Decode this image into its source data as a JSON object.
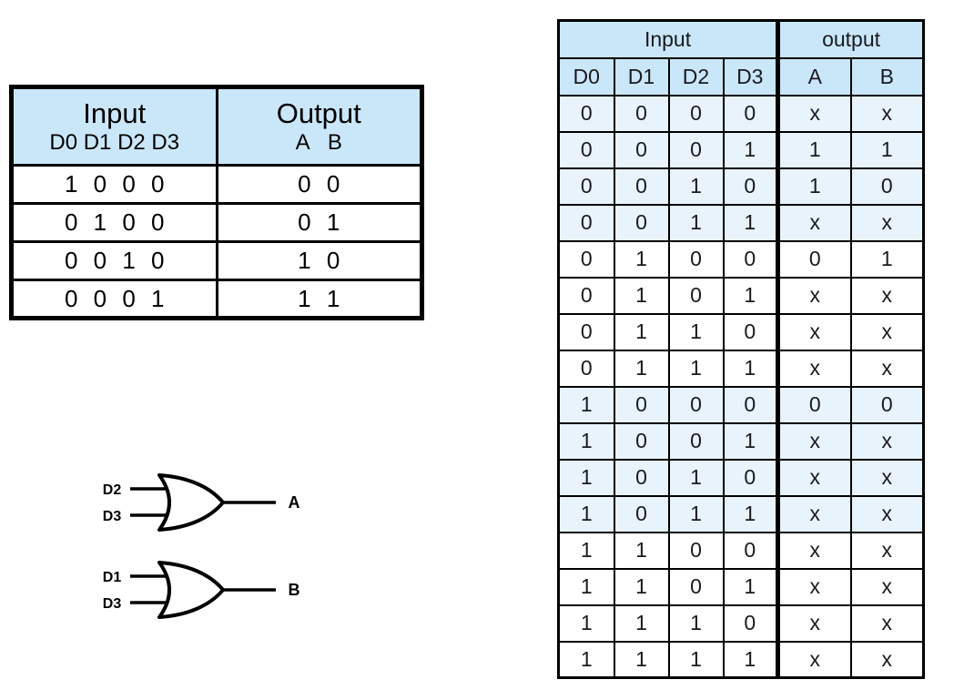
{
  "left_table": {
    "input_title": "Input",
    "input_subheader": "D0 D1 D2 D3",
    "output_title": "Output",
    "output_subheader": "A B",
    "rows": [
      {
        "input": "1 0 0 0",
        "output": "0 0"
      },
      {
        "input": "0 1 0 0",
        "output": "0 1"
      },
      {
        "input": "0 0 1 0",
        "output": "1 0"
      },
      {
        "input": "0 0 0 1",
        "output": "1 1"
      }
    ]
  },
  "right_table": {
    "group_headers": [
      "Input",
      "output"
    ],
    "columns": [
      "D0",
      "D1",
      "D2",
      "D3",
      "A",
      "B"
    ],
    "rows": [
      [
        "0",
        "0",
        "0",
        "0",
        "x",
        "x"
      ],
      [
        "0",
        "0",
        "0",
        "1",
        "1",
        "1"
      ],
      [
        "0",
        "0",
        "1",
        "0",
        "1",
        "0"
      ],
      [
        "0",
        "0",
        "1",
        "1",
        "x",
        "x"
      ],
      [
        "0",
        "1",
        "0",
        "0",
        "0",
        "1"
      ],
      [
        "0",
        "1",
        "0",
        "1",
        "x",
        "x"
      ],
      [
        "0",
        "1",
        "1",
        "0",
        "x",
        "x"
      ],
      [
        "0",
        "1",
        "1",
        "1",
        "x",
        "x"
      ],
      [
        "1",
        "0",
        "0",
        "0",
        "0",
        "0"
      ],
      [
        "1",
        "0",
        "0",
        "1",
        "x",
        "x"
      ],
      [
        "1",
        "0",
        "1",
        "0",
        "x",
        "x"
      ],
      [
        "1",
        "0",
        "1",
        "1",
        "x",
        "x"
      ],
      [
        "1",
        "1",
        "0",
        "0",
        "x",
        "x"
      ],
      [
        "1",
        "1",
        "0",
        "1",
        "x",
        "x"
      ],
      [
        "1",
        "1",
        "1",
        "0",
        "x",
        "x"
      ],
      [
        "1",
        "1",
        "1",
        "1",
        "x",
        "x"
      ]
    ]
  },
  "gates": [
    {
      "type": "OR",
      "inputs": [
        "D2",
        "D3"
      ],
      "output": "A"
    },
    {
      "type": "OR",
      "inputs": [
        "D1",
        "D3"
      ],
      "output": "B"
    }
  ],
  "colors": {
    "header_blue": "#cae7fa",
    "row_blue": "#e8f3fc",
    "border": "#000000"
  }
}
